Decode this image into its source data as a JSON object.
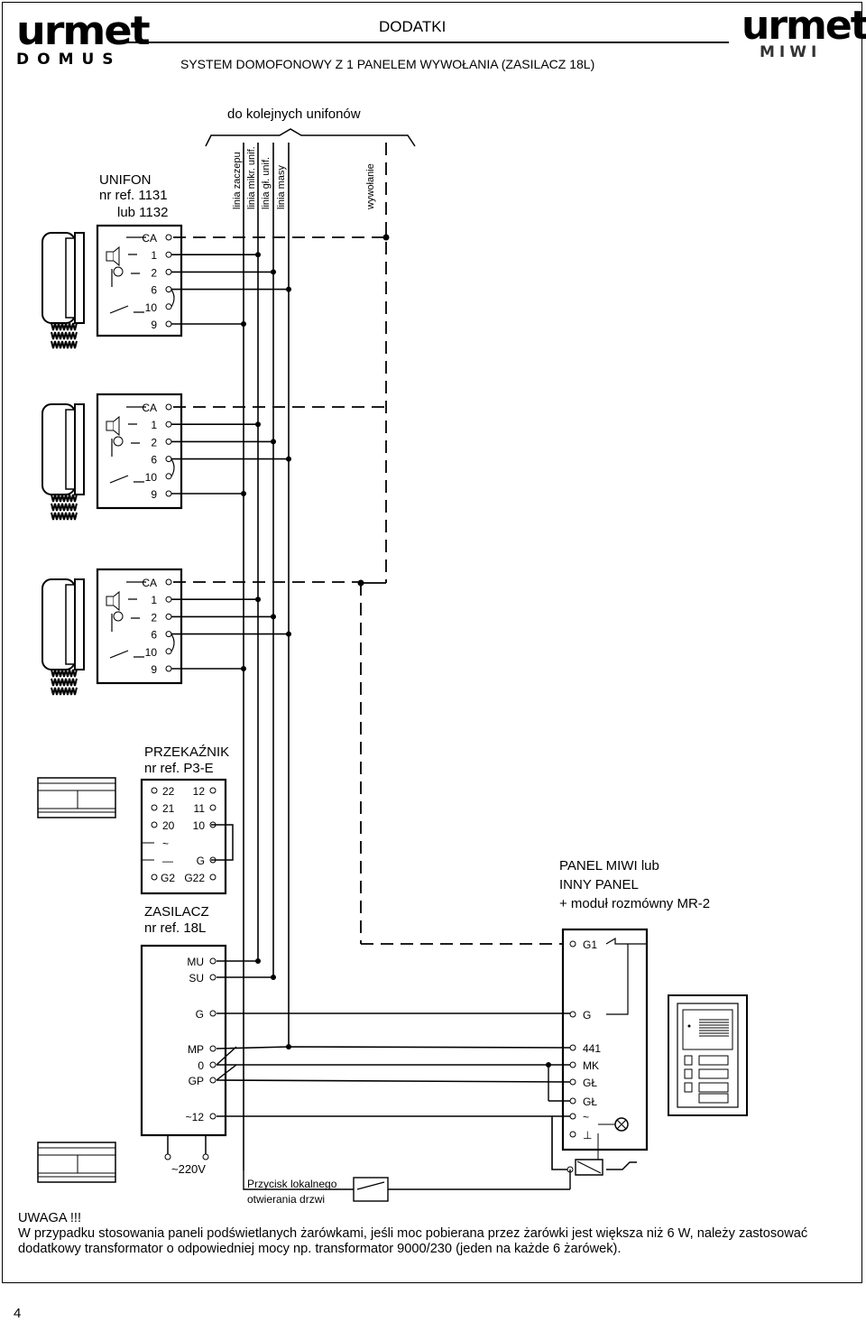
{
  "header": {
    "logo_left_word": "urmet",
    "logo_left_sub": "DOMUS",
    "logo_right_word": "urmet",
    "logo_right_sub": "MIWI",
    "title": "DODATKI",
    "subtitle": "SYSTEM DOMOFONOWY Z 1 PANELEM WYWOŁANIA (ZASILACZ 18L)"
  },
  "diagram": {
    "top_caption": "do kolejnych unifonów",
    "line_labels": [
      "linia zaczepu",
      "linia mikr. unif.",
      "linia gł. unif.",
      "linia masy"
    ],
    "call_label": "wywołanie",
    "unifon_title": [
      "UNIFON",
      "nr ref. 1131",
      "lub 1132"
    ],
    "unifon_terminals": [
      "CA",
      "1",
      "2",
      "6",
      "10",
      "9"
    ],
    "relay_title": [
      "PRZEKAŹNIK",
      "nr ref. P3-E"
    ],
    "relay_left_terminals": [
      "22",
      "21",
      "20",
      "~",
      "—",
      "G2"
    ],
    "relay_right_terminals": [
      "12",
      "11",
      "10",
      "G",
      "G22"
    ],
    "psu_title": [
      "ZASILACZ",
      "nr ref. 18L"
    ],
    "psu_terminals": [
      "MU",
      "SU",
      "G",
      "MP",
      "0",
      "GP",
      "~12"
    ],
    "psu_mains": "~220V",
    "panel_title": [
      "PANEL MIWI  lub",
      "INNY PANEL",
      "+ moduł rozmówny MR-2"
    ],
    "panel_terminals": [
      "G1",
      "G",
      "441",
      "MK",
      "GŁ",
      "GŁ",
      "~",
      "⊥"
    ],
    "button_label": [
      "Przycisk lokalnego",
      "otwierania drzwi"
    ]
  },
  "note": {
    "heading": "UWAGA !!!",
    "text": "W przypadku stosowania paneli podświetlanych żarówkami, jeśli moc pobierana przez żarówki jest większa niż 6 W, należy zastosować dodatkowy transformator o odpowiedniej mocy np. transformator 9000/230 (jeden na każde 6 żarówek)."
  },
  "page_number": "4"
}
